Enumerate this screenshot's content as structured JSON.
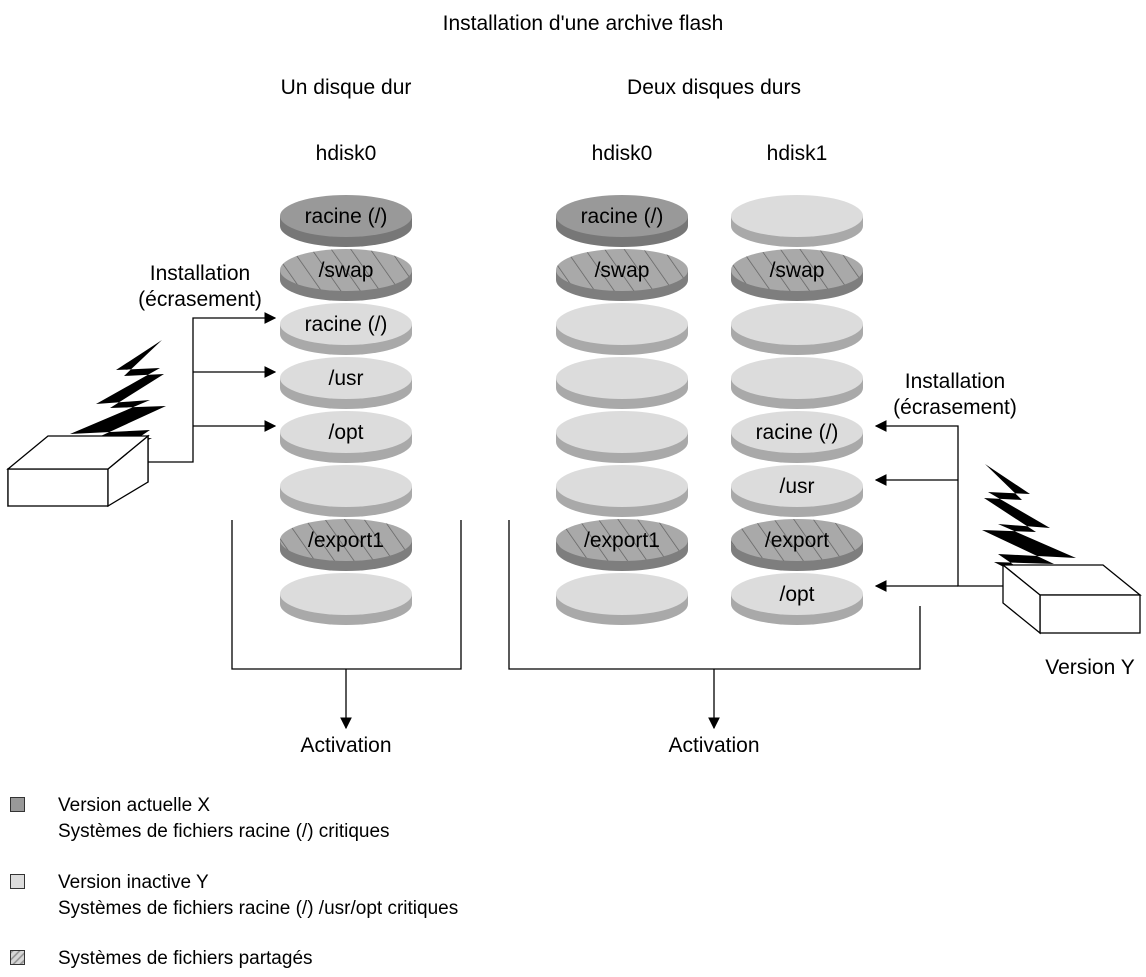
{
  "title": "Installation d'une archive flash",
  "sections": {
    "one_disk": "Un disque dur",
    "two_disks": "Deux disques durs"
  },
  "disks": {
    "single_hdisk0": {
      "name": "hdisk0",
      "slices": [
        {
          "label": "racine (/)",
          "type": "current"
        },
        {
          "label": "/swap",
          "type": "shared"
        },
        {
          "label": "racine (/)",
          "type": "inactive"
        },
        {
          "label": "/usr",
          "type": "inactive"
        },
        {
          "label": "/opt",
          "type": "inactive"
        },
        {
          "label": "",
          "type": "inactive"
        },
        {
          "label": "/export1",
          "type": "shared"
        },
        {
          "label": "",
          "type": "inactive"
        }
      ]
    },
    "dual_hdisk0": {
      "name": "hdisk0",
      "slices": [
        {
          "label": "racine (/)",
          "type": "current"
        },
        {
          "label": "/swap",
          "type": "shared"
        },
        {
          "label": "",
          "type": "inactive"
        },
        {
          "label": "",
          "type": "inactive"
        },
        {
          "label": "",
          "type": "inactive"
        },
        {
          "label": "",
          "type": "inactive"
        },
        {
          "label": "/export1",
          "type": "shared"
        },
        {
          "label": "",
          "type": "inactive"
        }
      ]
    },
    "dual_hdisk1": {
      "name": "hdisk1",
      "slices": [
        {
          "label": "",
          "type": "inactive"
        },
        {
          "label": "/swap",
          "type": "shared"
        },
        {
          "label": "",
          "type": "inactive"
        },
        {
          "label": "",
          "type": "inactive"
        },
        {
          "label": "racine (/)",
          "type": "inactive"
        },
        {
          "label": "/usr",
          "type": "inactive"
        },
        {
          "label": "/export",
          "type": "shared"
        },
        {
          "label": "/opt",
          "type": "inactive"
        }
      ]
    }
  },
  "install_left": {
    "line1": "Installation",
    "line2": "(écrasement)"
  },
  "install_right": {
    "line1": "Installation",
    "line2": "(écrasement)"
  },
  "media_right_label": "Version Y",
  "activation_left": "Activation",
  "activation_right": "Activation",
  "colors": {
    "current": "#999999",
    "current_side": "#777777",
    "inactive": "#dcdcdc",
    "inactive_side": "#a9a9a9",
    "shared": "#a9a9a9",
    "shared_side": "#7e7e7e",
    "hatch": "#6e6e6e"
  },
  "legend": [
    {
      "type": "current",
      "lines": [
        "Version actuelle X",
        "Systèmes de fichiers racine (/) critiques"
      ]
    },
    {
      "type": "inactive",
      "lines": [
        "Version inactive Y",
        "Systèmes de fichiers racine (/) /usr/opt critiques"
      ]
    },
    {
      "type": "shared",
      "lines": [
        "Systèmes de fichiers partagés"
      ]
    }
  ]
}
